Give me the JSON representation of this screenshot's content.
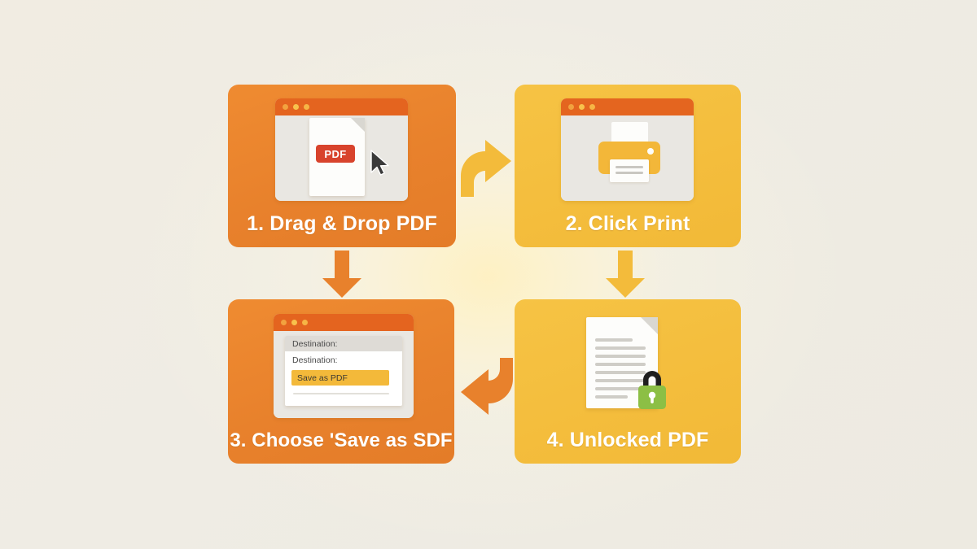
{
  "page": {
    "title": "How to Unlock a PDF — 4 step flow",
    "background_color": "#efece3",
    "glow_color": "#fff3cd"
  },
  "theme": {
    "orange": "#e8812c",
    "yellow": "#f3bb3b",
    "titlebar_orange": "#e4641f",
    "pdf_badge_red": "#d8432c",
    "lock_green": "#8cbf45",
    "lock_shackle": "#1f1f1f",
    "caption_color": "#ffffff"
  },
  "steps": [
    {
      "id": "step-1",
      "number": "1.",
      "caption": "1. Drag & Drop PDF",
      "card_color": "#e8812c",
      "icons": [
        "pdf-file-icon",
        "mouse-cursor-icon",
        "browser-window-icon"
      ],
      "file_badge_label": "PDF"
    },
    {
      "id": "step-2",
      "number": "2.",
      "caption": "2. Click Print",
      "card_color": "#f3bb3b",
      "icons": [
        "printer-icon",
        "browser-window-icon"
      ]
    },
    {
      "id": "step-3",
      "number": "3.",
      "caption": "3. Choose 'Save as SDF",
      "card_color": "#e8812c",
      "icons": [
        "print-dialog-icon",
        "browser-window-icon"
      ],
      "dialog": {
        "row_1_label": "Destination:",
        "row_2_label": "Destination:",
        "selected_option": "Save as PDF",
        "highlight_color": "#f3b93a"
      }
    },
    {
      "id": "step-4",
      "number": "4.",
      "caption": "4. Unlocked PDF",
      "card_color": "#f3bb3b",
      "icons": [
        "document-icon",
        "padlock-icon"
      ],
      "document_line_count": 8
    }
  ],
  "arrows": [
    {
      "id": "arrow-1-to-2",
      "direction": "curved-right",
      "color": "#f3bb3b"
    },
    {
      "id": "arrow-2-to-4",
      "direction": "down",
      "color": "#f3bb3b"
    },
    {
      "id": "arrow-1-to-3",
      "direction": "down",
      "color": "#e8812c"
    },
    {
      "id": "arrow-4-to-3",
      "direction": "curved-left",
      "color": "#e8812c"
    }
  ]
}
